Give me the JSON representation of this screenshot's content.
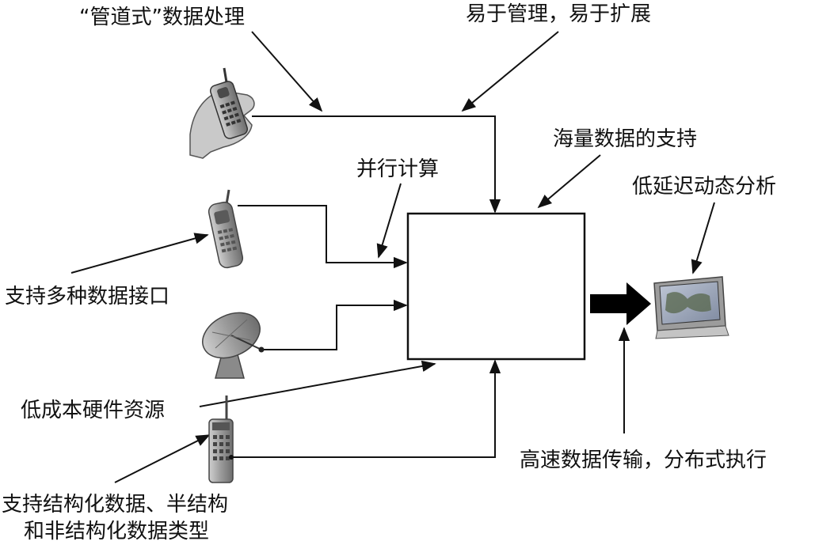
{
  "labels": {
    "pipeline": "“管道式”数据处理",
    "easy_manage": "易于管理，易于扩展",
    "massive_data": "海量数据的支持",
    "parallel": "并行计算",
    "low_latency": "低延迟动态分析",
    "multi_interface": "支持多种数据接口",
    "low_cost": "低成本硬件资源",
    "structured_line1": "支持结构化数据、半结构",
    "structured_line2": "和非结构化数据类型",
    "high_speed": "高速数据传输，分布式执行"
  },
  "icons": [
    "phone-in-hand-icon",
    "mobile-phone-icon",
    "satellite-dish-icon",
    "cordless-phone-icon",
    "monitor-icon"
  ],
  "colors": {
    "line": "#111111",
    "device_gray": "#9a9a9a",
    "background": "#ffffff"
  }
}
